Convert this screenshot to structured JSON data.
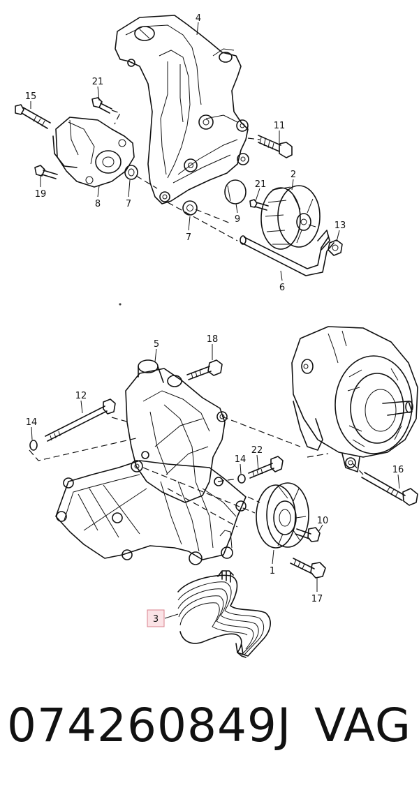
{
  "callouts": {
    "c1": "1",
    "c2": "2",
    "c3": "3",
    "c4": "4",
    "c5": "5",
    "c6": "6",
    "c7a": "7",
    "c7b": "7",
    "c8": "8",
    "c9": "9",
    "c10": "10",
    "c11": "11",
    "c12": "12",
    "c13": "13",
    "c14a": "14",
    "c14b": "14",
    "c15": "15",
    "c16": "16",
    "c17": "17",
    "c18": "18",
    "c19": "19",
    "c21a": "21",
    "c21b": "21",
    "c22": "22"
  },
  "footer": {
    "part_number": "074260849J",
    "brand": "VAG"
  },
  "highlight": {
    "fill": "#fbe3e6",
    "stroke": "#d9808c"
  }
}
